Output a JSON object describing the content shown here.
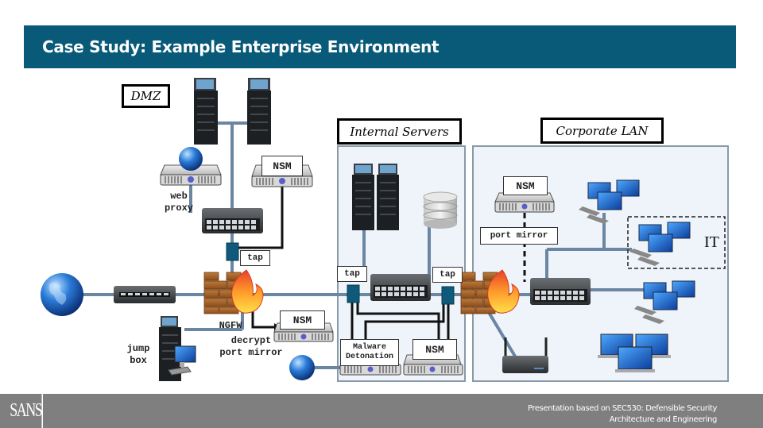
{
  "header": {
    "title": "Case Study: Example Enterprise Environment"
  },
  "zones": {
    "dmz": "DMZ",
    "internal_servers": "Internal Servers",
    "corporate_lan": "Corporate LAN",
    "it_group": "IT"
  },
  "labels": {
    "nsm": "NSM",
    "tap": "tap",
    "web_proxy_line1": "web",
    "web_proxy_line2": "proxy",
    "ngfw": "NGFW",
    "decrypt": "decrypt",
    "port_mirror": "port mirror",
    "jump_line1": "jump",
    "jump_line2": "box",
    "malware_line1": "Malware",
    "malware_line2": "Detonation"
  },
  "footer": {
    "logo": "SANS",
    "credit_line1": "Presentation based on SEC530: Defensible Security",
    "credit_line2": "Architecture and Engineering"
  },
  "colors": {
    "title_bar": "#085a78",
    "footer": "#7f7f7f",
    "link": "#6a86a3",
    "zone_fill": "#eef4fa"
  }
}
